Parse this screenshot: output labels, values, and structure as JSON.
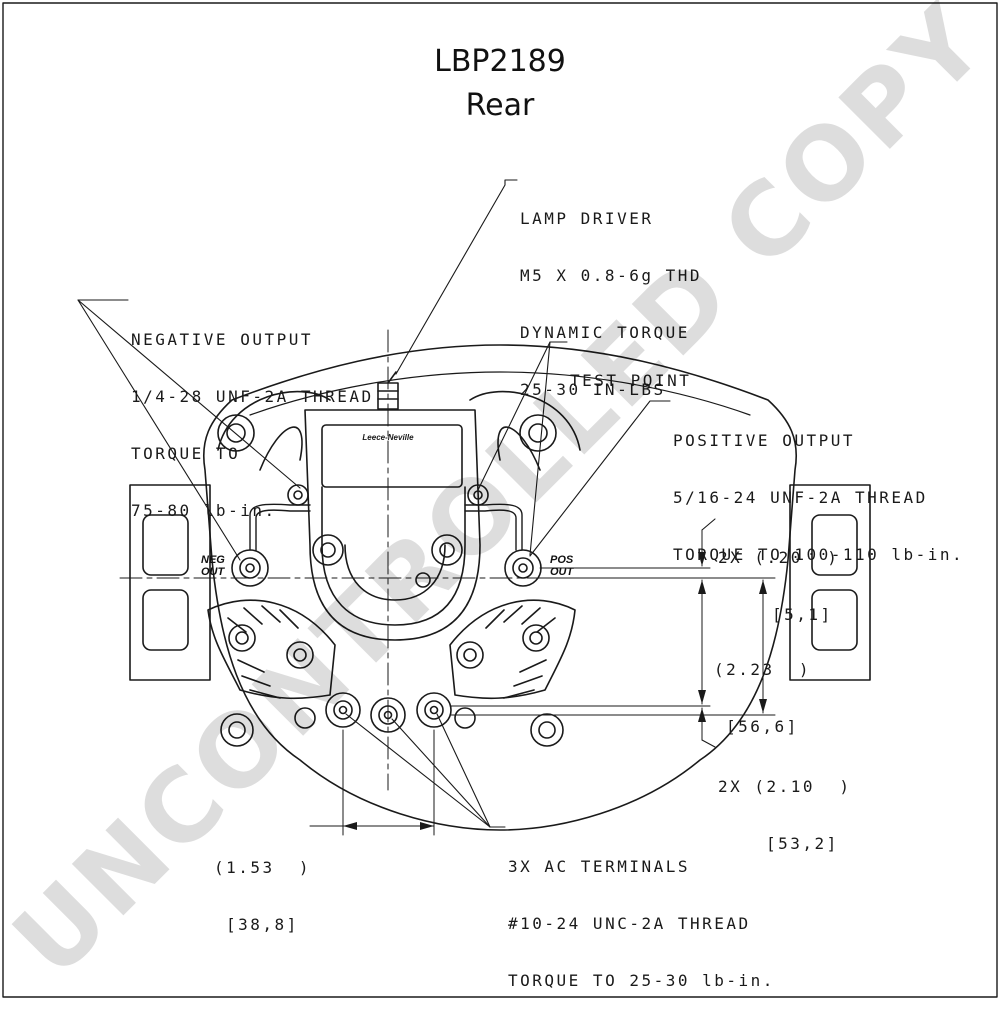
{
  "title": "LBP2189",
  "subtitle": "Rear",
  "watermark": "UNCONTROLLED COPY",
  "brand_mark": "Leece-Neville",
  "callouts": {
    "lamp_driver": [
      "LAMP DRIVER",
      "M5 X 0.8-6g THD",
      "DYNAMIC TORQUE",
      "25-30 IN-LBS"
    ],
    "negative_output": [
      "NEGATIVE OUTPUT",
      "1/4-28 UNF-2A THREAD",
      "TORQUE TO",
      "75-80 lb-in."
    ],
    "test_point": [
      "TEST POINT"
    ],
    "positive_output": [
      "POSITIVE OUTPUT",
      "5/16-24 UNF-2A THREAD",
      "TORQUE TO 100-110 lb-in."
    ],
    "ac_terminals": [
      "3X AC TERMINALS",
      "#10-24 UNC-2A THREAD",
      "TORQUE TO 25-30 lb-in."
    ]
  },
  "terminal_labels": {
    "neg": [
      "NEG",
      "OUT"
    ],
    "pos": [
      "POS",
      "OUT"
    ]
  },
  "dimensions": {
    "dim_020": [
      "2X (.20  )",
      "[5,1]"
    ],
    "dim_223": [
      "(2.23  )",
      "[56,6]"
    ],
    "dim_210": [
      "2X (2.10  )",
      "[53,2]"
    ],
    "dim_153": [
      "(1.53  )",
      "[38,8]"
    ]
  },
  "colors": {
    "line": "#1a1a1a",
    "watermark": "#000000"
  }
}
